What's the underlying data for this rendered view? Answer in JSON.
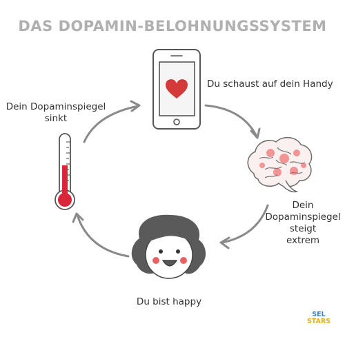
{
  "title": "DAS DOPAMIN-BELOHNUNGSSYSTEM",
  "steps": [
    {
      "id": "phone",
      "label": "Du schaust auf dein Handy",
      "icon": "smartphone-heart-icon"
    },
    {
      "id": "brain",
      "label_lines": [
        "Dein",
        "Dopaminspiegel",
        "steigt",
        "extrem"
      ],
      "icon": "brain-icon"
    },
    {
      "id": "happy",
      "label": "Du bist happy",
      "icon": "happy-girl-icon"
    },
    {
      "id": "sink",
      "label_lines": [
        "Dein Dopaminspiegel",
        "sinkt"
      ],
      "icon": "thermometer-icon"
    }
  ],
  "logo": {
    "line1": "SEL",
    "line2": "STARS"
  },
  "colors": {
    "title": "#b0b0b0",
    "arrow": "#8a8a8a",
    "heart": "#d43a3a",
    "thermometer": "#d9263b",
    "cheeks": "#e86060",
    "hair": "#5a5a5a"
  }
}
